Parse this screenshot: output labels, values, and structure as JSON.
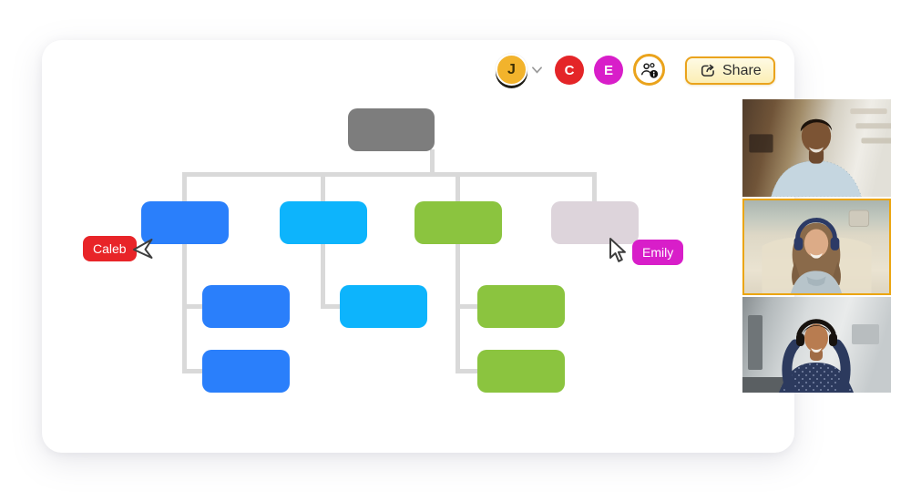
{
  "toolbar": {
    "avatars": [
      {
        "initial": "J",
        "color": "#f2b32c"
      },
      {
        "initial": "C",
        "color": "#e42528"
      },
      {
        "initial": "E",
        "color": "#d81ec9"
      }
    ],
    "share_label": "Share",
    "accent_gold": "#eaa31c",
    "icons": [
      "chevron-down-icon",
      "collaborators-info-icon",
      "share-icon"
    ]
  },
  "canvas": {
    "connector_color": "#d9d9d9",
    "org_chart": {
      "type": "org-chart",
      "nodes": [
        {
          "id": "root",
          "level": 1,
          "color": "#7d7d7d"
        },
        {
          "id": "branch-blue",
          "level": 2,
          "color": "#2a7ffb"
        },
        {
          "id": "branch-cyan",
          "level": 2,
          "color": "#0db4fc"
        },
        {
          "id": "branch-green",
          "level": 2,
          "color": "#8bc43f"
        },
        {
          "id": "branch-lavender",
          "level": 2,
          "color": "#ddd4db"
        },
        {
          "id": "blue-child-1",
          "level": 3,
          "color": "#2a7ffb"
        },
        {
          "id": "blue-child-2",
          "level": 3,
          "color": "#2a7ffb"
        },
        {
          "id": "cyan-child-1",
          "level": 3,
          "color": "#0db4fc"
        },
        {
          "id": "green-child-1",
          "level": 3,
          "color": "#8bc43f"
        },
        {
          "id": "green-child-2",
          "level": 3,
          "color": "#8bc43f"
        }
      ]
    }
  },
  "collaborators": {
    "cursors": [
      {
        "name": "Caleb",
        "color": "#e82428"
      },
      {
        "name": "Emily",
        "color": "#d81ec9"
      }
    ]
  },
  "video_call": {
    "active_border_color": "#eba50f",
    "participants": [
      {
        "description": "smiling man in patterned shirt",
        "active": false
      },
      {
        "description": "smiling woman wearing headphones in cream chair",
        "active": true
      },
      {
        "description": "woman with headset in gray office",
        "active": false
      }
    ]
  }
}
